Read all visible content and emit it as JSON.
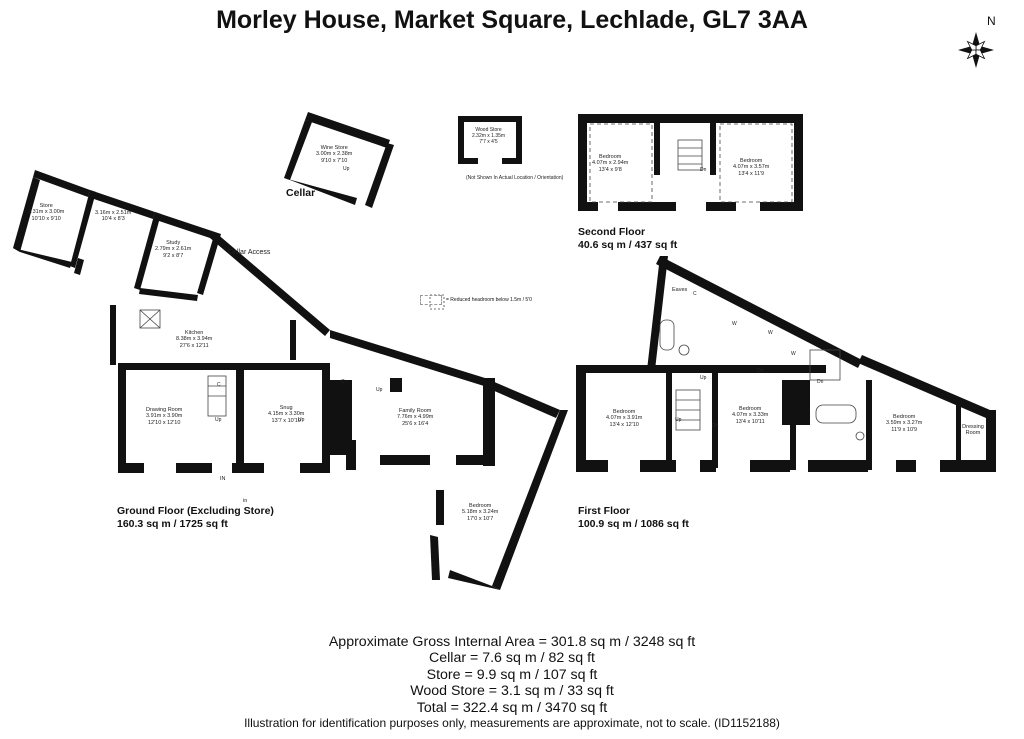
{
  "title": "Morley House, Market Square, Lechlade, GL7 3AA",
  "compass": {
    "label": "N",
    "icon": "compass-rose-icon"
  },
  "floors": {
    "ground": {
      "name": "Ground Floor (Excluding Store)",
      "area": "160.3 sq m / 1725 sq ft"
    },
    "first": {
      "name": "First Floor",
      "area": "100.9 sq m / 1086 sq ft"
    },
    "second": {
      "name": "Second Floor",
      "area": "40.6 sq m / 437 sq ft"
    },
    "cellar": {
      "name": "Cellar"
    }
  },
  "rooms": {
    "store": {
      "name": "Store",
      "dims": "3.31m x 3.00m",
      "imperial": "10'10 x 9'10"
    },
    "utility": {
      "name": "",
      "dims": "3.16m x 2.51m",
      "imperial": "10'4 x 8'3"
    },
    "study": {
      "name": "Study",
      "dims": "2.79m x 2.61m",
      "imperial": "9'2 x 8'7"
    },
    "kitchen": {
      "name": "Kitchen",
      "dims": "8.38m x 3.94m",
      "imperial": "27'6 x 12'11"
    },
    "drawing": {
      "name": "Drawing Room",
      "dims": "3.91m x 3.90m",
      "imperial": "12'10 x 12'10"
    },
    "snug": {
      "name": "Snug",
      "dims": "4.15m x 3.30m",
      "imperial": "13'7 x 10'10"
    },
    "family": {
      "name": "Family Room",
      "dims": "7.76m x 4.99m",
      "imperial": "25'6 x 16'4"
    },
    "gf_bedroom": {
      "name": "Bedroom",
      "dims": "5.18m x 3.24m",
      "imperial": "17'0 x 10'7"
    },
    "wine": {
      "name": "Wine Store",
      "dims": "3.00m x 2.38m",
      "imperial": "9'10 x 7'10"
    },
    "wood": {
      "name": "Wood Store",
      "dims": "2.32m x 1.35m",
      "imperial": "7'7 x 4'5"
    },
    "sf_bed1": {
      "name": "Bedroom",
      "dims": "4.07m x 2.94m",
      "imperial": "13'4 x 9'8"
    },
    "sf_bed2": {
      "name": "Bedroom",
      "dims": "4.07m x 3.57m",
      "imperial": "13'4 x 11'9"
    },
    "ff_bed1": {
      "name": "Bedroom",
      "dims": "4.07m x 3.91m",
      "imperial": "13'4 x 12'10"
    },
    "ff_bed2": {
      "name": "Bedroom",
      "dims": "4.07m x 3.33m",
      "imperial": "13'4 x 10'11"
    },
    "ff_bed3": {
      "name": "Bedroom",
      "dims": "3.59m x 3.27m",
      "imperial": "11'9 x 10'9"
    },
    "dressing": {
      "name": "Dressing Room"
    }
  },
  "notes": {
    "wood_store": "(Not Shown In Actual Location / Orientation)",
    "cellar_access": "Cellar Access",
    "in1": "IN",
    "in2": "in",
    "eaves": "Eaves",
    "legend": "= Reduced headroom below 1.5m / 5'0"
  },
  "small_labels": {
    "up": "Up",
    "dn": "Dn",
    "c": "C",
    "w": "W"
  },
  "areas": {
    "gross": "Approximate Gross Internal Area = 301.8 sq m / 3248 sq ft",
    "cellar": "Cellar = 7.6 sq m / 82 sq ft",
    "store": "Store = 9.9 sq m / 107 sq ft",
    "wood_store": "Wood Store = 3.1 sq m / 33 sq ft",
    "total": "Total = 322.4 sq m / 3470 sq ft",
    "disclaimer": "Illustration for identification purposes only, measurements are approximate, not to scale. (ID1152188)"
  }
}
